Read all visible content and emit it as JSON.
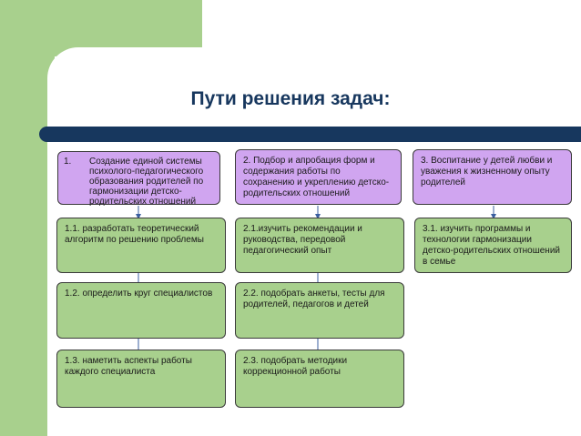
{
  "title": "Пути решения задач:",
  "columns": [
    {
      "header_number": "1.",
      "header_text": "Создание единой системы психолого-педагогического образования родителей по гармонизации детско-родительских отношений",
      "items": [
        "1.1. разработать теоретический алгоритм по решению проблемы",
        "1.2. определить круг специалистов",
        "1.3. наметить аспекты работы каждого специалиста"
      ]
    },
    {
      "header_text": "2. Подбор и апробация форм и содержания работы по сохранению и укреплению детско-родительских отношений",
      "items": [
        "2.1.изучить рекомендации и руководства, передовой педагогический опыт",
        "2.2. подобрать анкеты, тесты для родителей, педагогов и детей",
        "2.3. подобрать методики коррекционной работы"
      ]
    },
    {
      "header_text": "3. Воспитание у детей любви и уважения к жизненному опыту родителей",
      "items": [
        "3.1. изучить программы и технологии гармонизации детско-родительских отношений в семье"
      ]
    }
  ],
  "colors": {
    "header_fill": "#d0a5f0",
    "item_fill": "#a8d08d",
    "title": "#17375e",
    "bar": "#17375e",
    "background_accent": "#a8d08d"
  }
}
